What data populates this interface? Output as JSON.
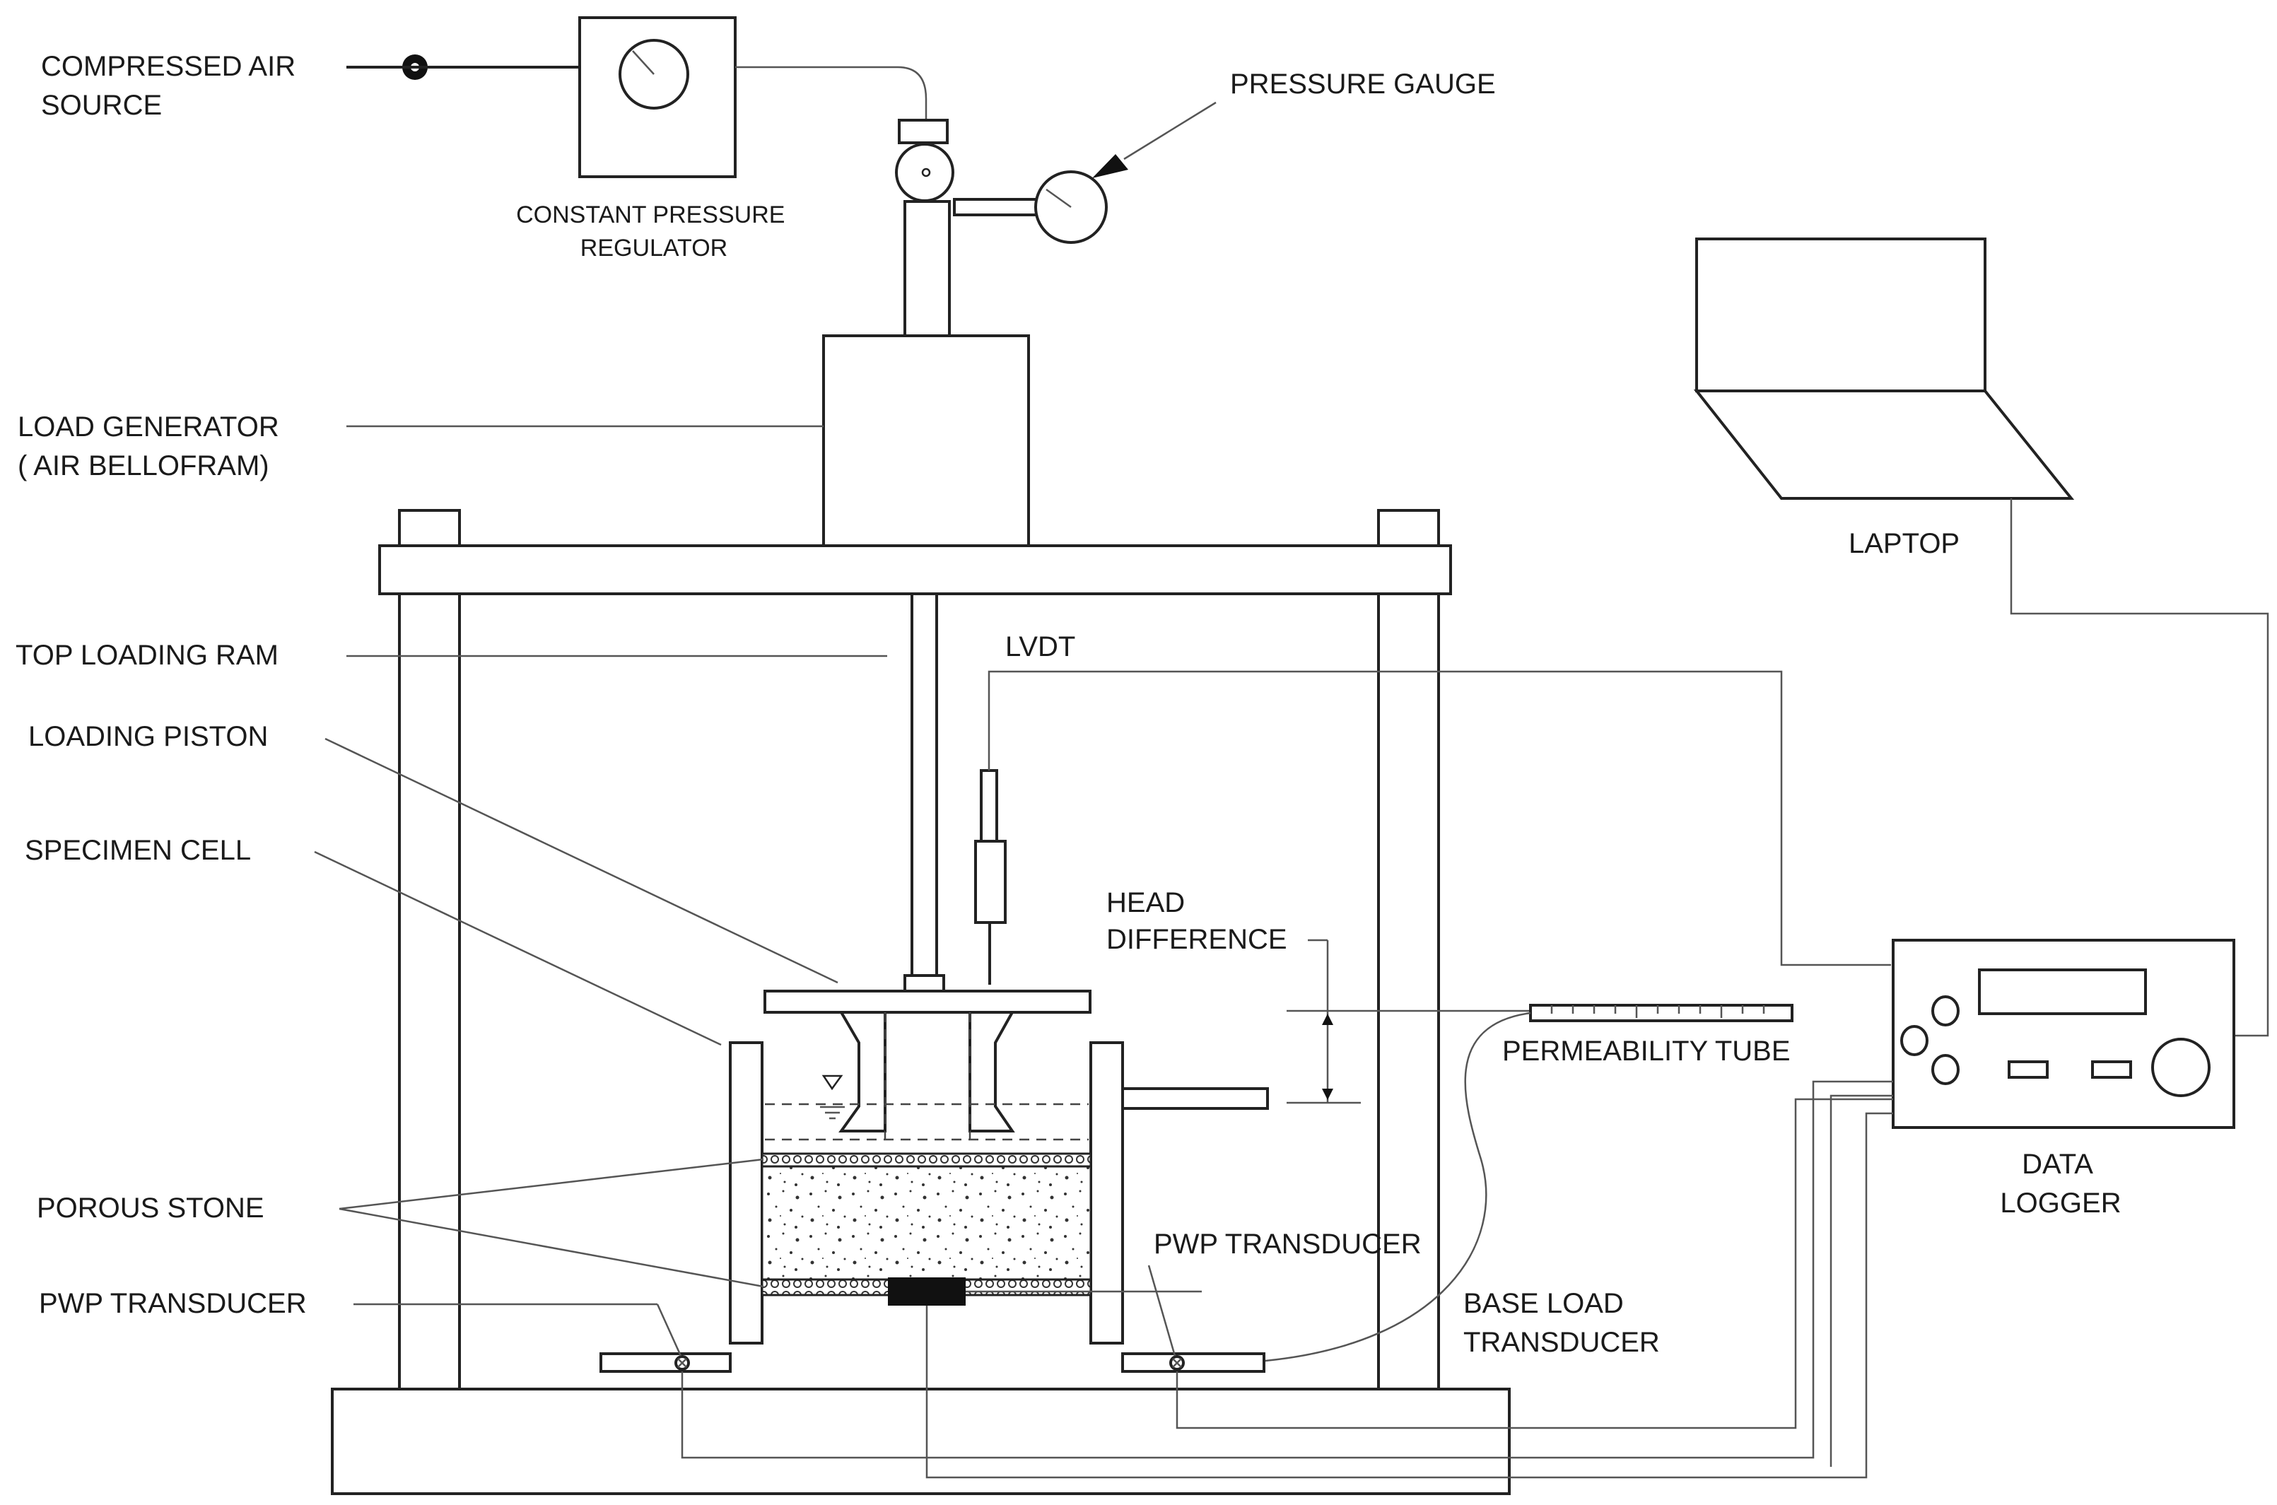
{
  "labels": {
    "compressed_air_source": [
      "COMPRESSED AIR",
      "SOURCE"
    ],
    "constant_pressure_regulator": [
      "CONSTANT PRESSURE",
      "REGULATOR"
    ],
    "pressure_gauge": "PRESSURE GAUGE",
    "load_generator": [
      "LOAD GENERATOR",
      "( AIR BELLOFRAM)"
    ],
    "top_loading_ram": "TOP LOADING RAM",
    "lvdt": "LVDT",
    "loading_piston": "LOADING PISTON",
    "specimen_cell": "SPECIMEN CELL",
    "head_difference": [
      "HEAD",
      "DIFFERENCE"
    ],
    "permeability_tube": "PERMEABILITY TUBE",
    "porous_stone": "POROUS STONE",
    "pwp_transducer_left": "PWP TRANSDUCER",
    "pwp_transducer_right": "PWP TRANSDUCER",
    "base_load_transducer": [
      "BASE LOAD",
      "TRANSDUCER"
    ],
    "laptop": "LAPTOP",
    "data_logger": [
      "DATA",
      "LOGGER"
    ]
  },
  "colors": {
    "line": "#222222",
    "background": "#ffffff"
  }
}
